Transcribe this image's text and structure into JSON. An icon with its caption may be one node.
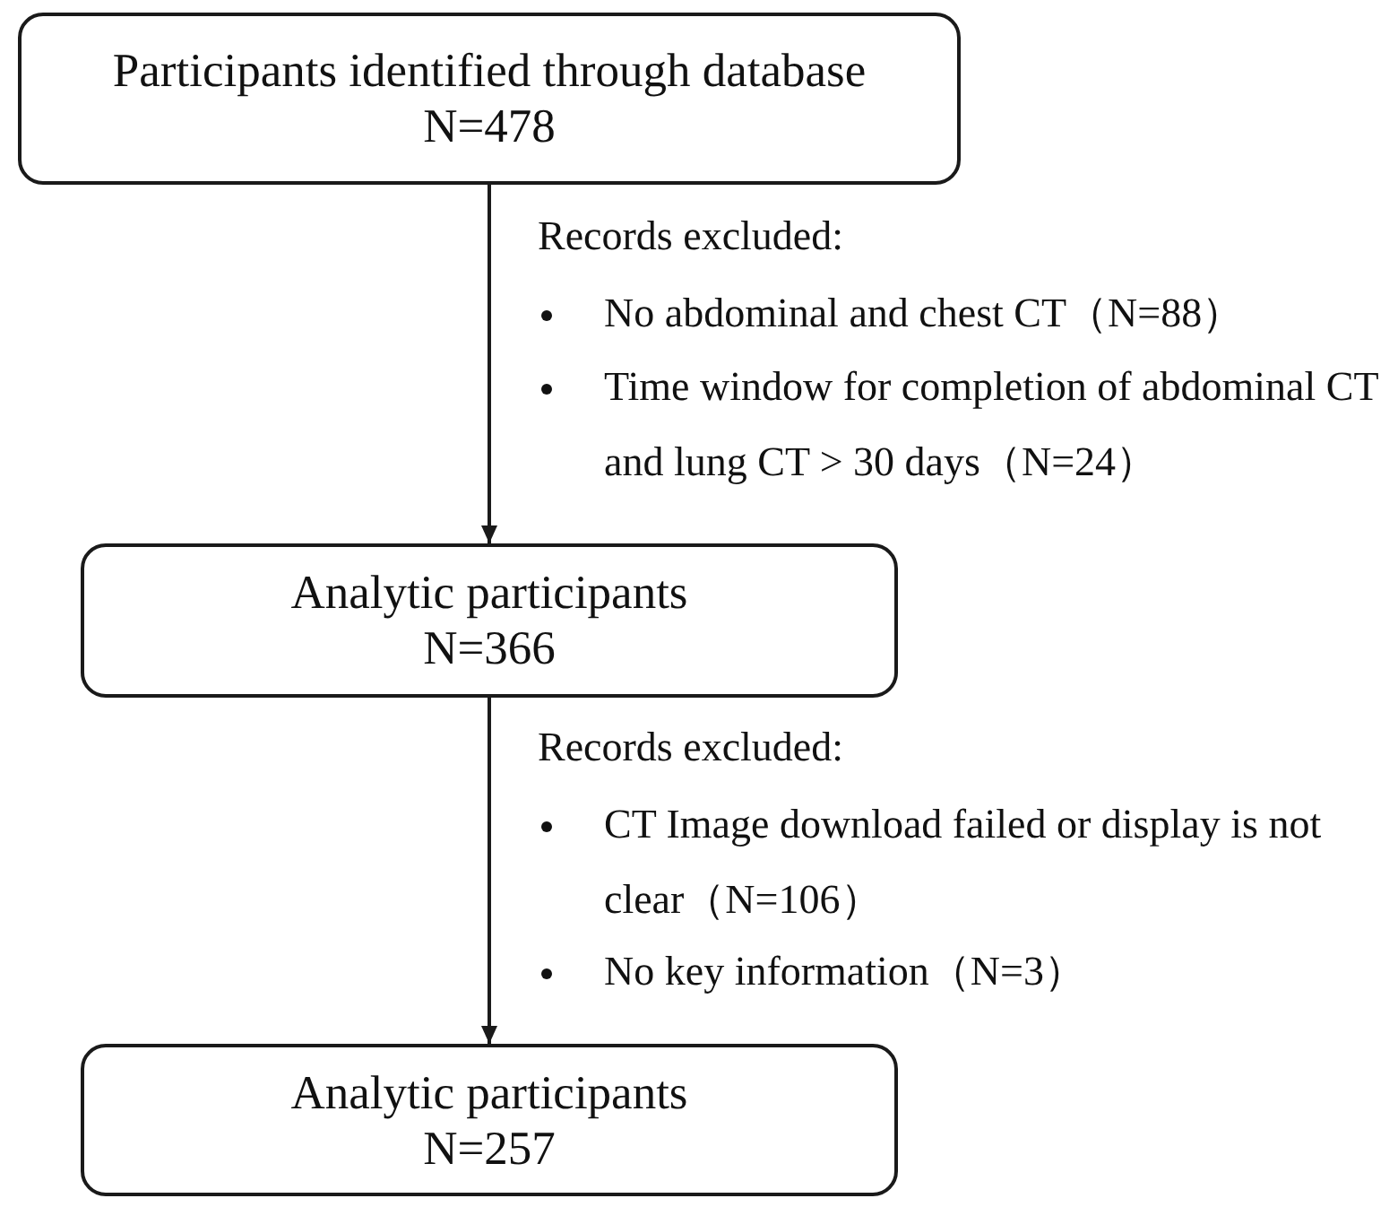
{
  "diagram": {
    "nodes": [
      {
        "text": [
          "Participants identified through database",
          "N=478"
        ]
      },
      {
        "text": [
          "Analytic participants",
          "N=366"
        ]
      },
      {
        "text": [
          "Analytic participants",
          "N=257"
        ]
      }
    ],
    "edges": [
      {
        "from": 0,
        "to": 1,
        "arrow": "to"
      },
      {
        "from": 1,
        "to": 2,
        "arrow": "to"
      }
    ],
    "labels": [
      "Records excluded:",
      "No abdominal and chest CT（N=88）",
      "Time window for completion of abdominal CT and lung CT > 30 days（N=24）",
      "Records excluded:",
      "CT Image download failed or display is not clear（N=106）",
      "No key information（N=3）"
    ]
  }
}
